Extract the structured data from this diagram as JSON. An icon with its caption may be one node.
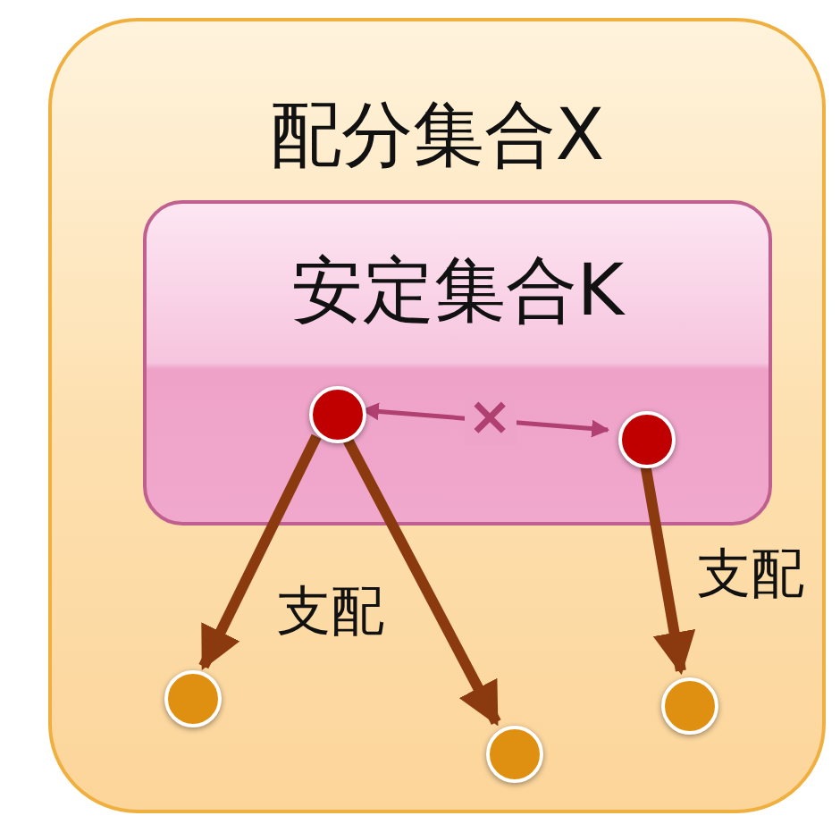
{
  "diagram": {
    "nodes": [
      {
        "text": [
          "配分集合X"
        ]
      },
      {
        "text": [
          "安定集合K"
        ],
        "in": 0
      },
      {
        "text": [],
        "shape": "circle",
        "in": 1
      },
      {
        "text": [],
        "shape": "circle",
        "in": 1
      },
      {
        "text": [],
        "shape": "circle",
        "in": 0
      },
      {
        "text": [],
        "shape": "circle",
        "in": 0
      },
      {
        "text": [],
        "shape": "circle",
        "in": 0
      }
    ],
    "edges": [
      {
        "from": 2,
        "to": 3,
        "arrow": "both",
        "label": "×",
        "color": "#b04070"
      },
      {
        "from": 2,
        "to": 4,
        "arrow": "to"
      },
      {
        "from": 2,
        "to": 5,
        "arrow": "to"
      },
      {
        "from": 3,
        "to": 6,
        "arrow": "to"
      }
    ],
    "labels": [
      "支配",
      "支配"
    ]
  }
}
